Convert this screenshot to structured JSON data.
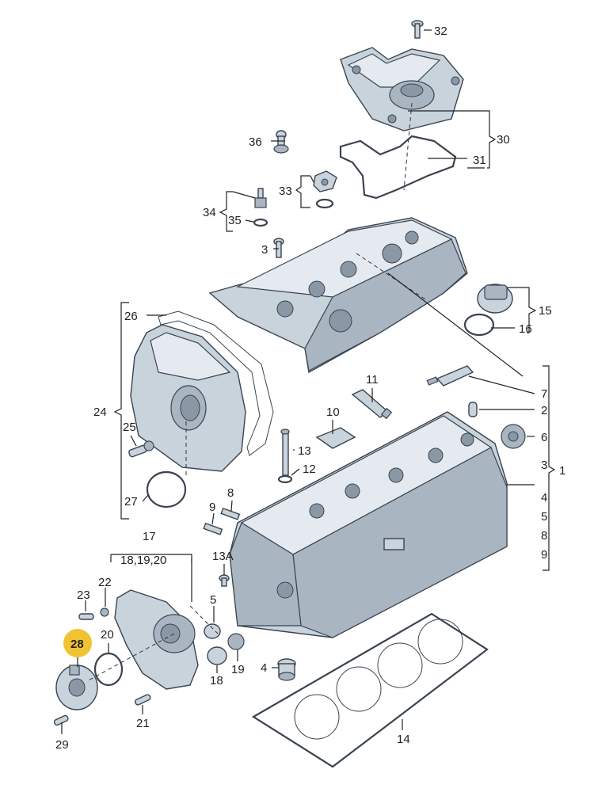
{
  "labels": {
    "l1": "1",
    "l2": "2",
    "l3a": "3",
    "l3b": "3",
    "l4a": "4",
    "l4b": "4",
    "l5a": "5",
    "l5b": "5",
    "l6": "6",
    "l7": "7",
    "l8a": "8",
    "l8b": "8",
    "l9a": "9",
    "l9b": "9",
    "l10": "10",
    "l11": "11",
    "l12": "12",
    "l13": "13",
    "l13a": "13A",
    "l14": "14",
    "l15": "15",
    "l16": "16",
    "l17": "17",
    "l18": "18",
    "l18_19_20": "18,19,20",
    "l19": "19",
    "l20": "20",
    "l21": "21",
    "l22": "22",
    "l23": "23",
    "l24": "24",
    "l25": "25",
    "l26": "26",
    "l27": "27",
    "l28": "28",
    "l29": "29",
    "l30": "30",
    "l31": "31",
    "l32": "32",
    "l33": "33",
    "l34": "34",
    "l35": "35",
    "l36": "36"
  },
  "highlight": {
    "part": "28",
    "color": "#f1c232"
  }
}
